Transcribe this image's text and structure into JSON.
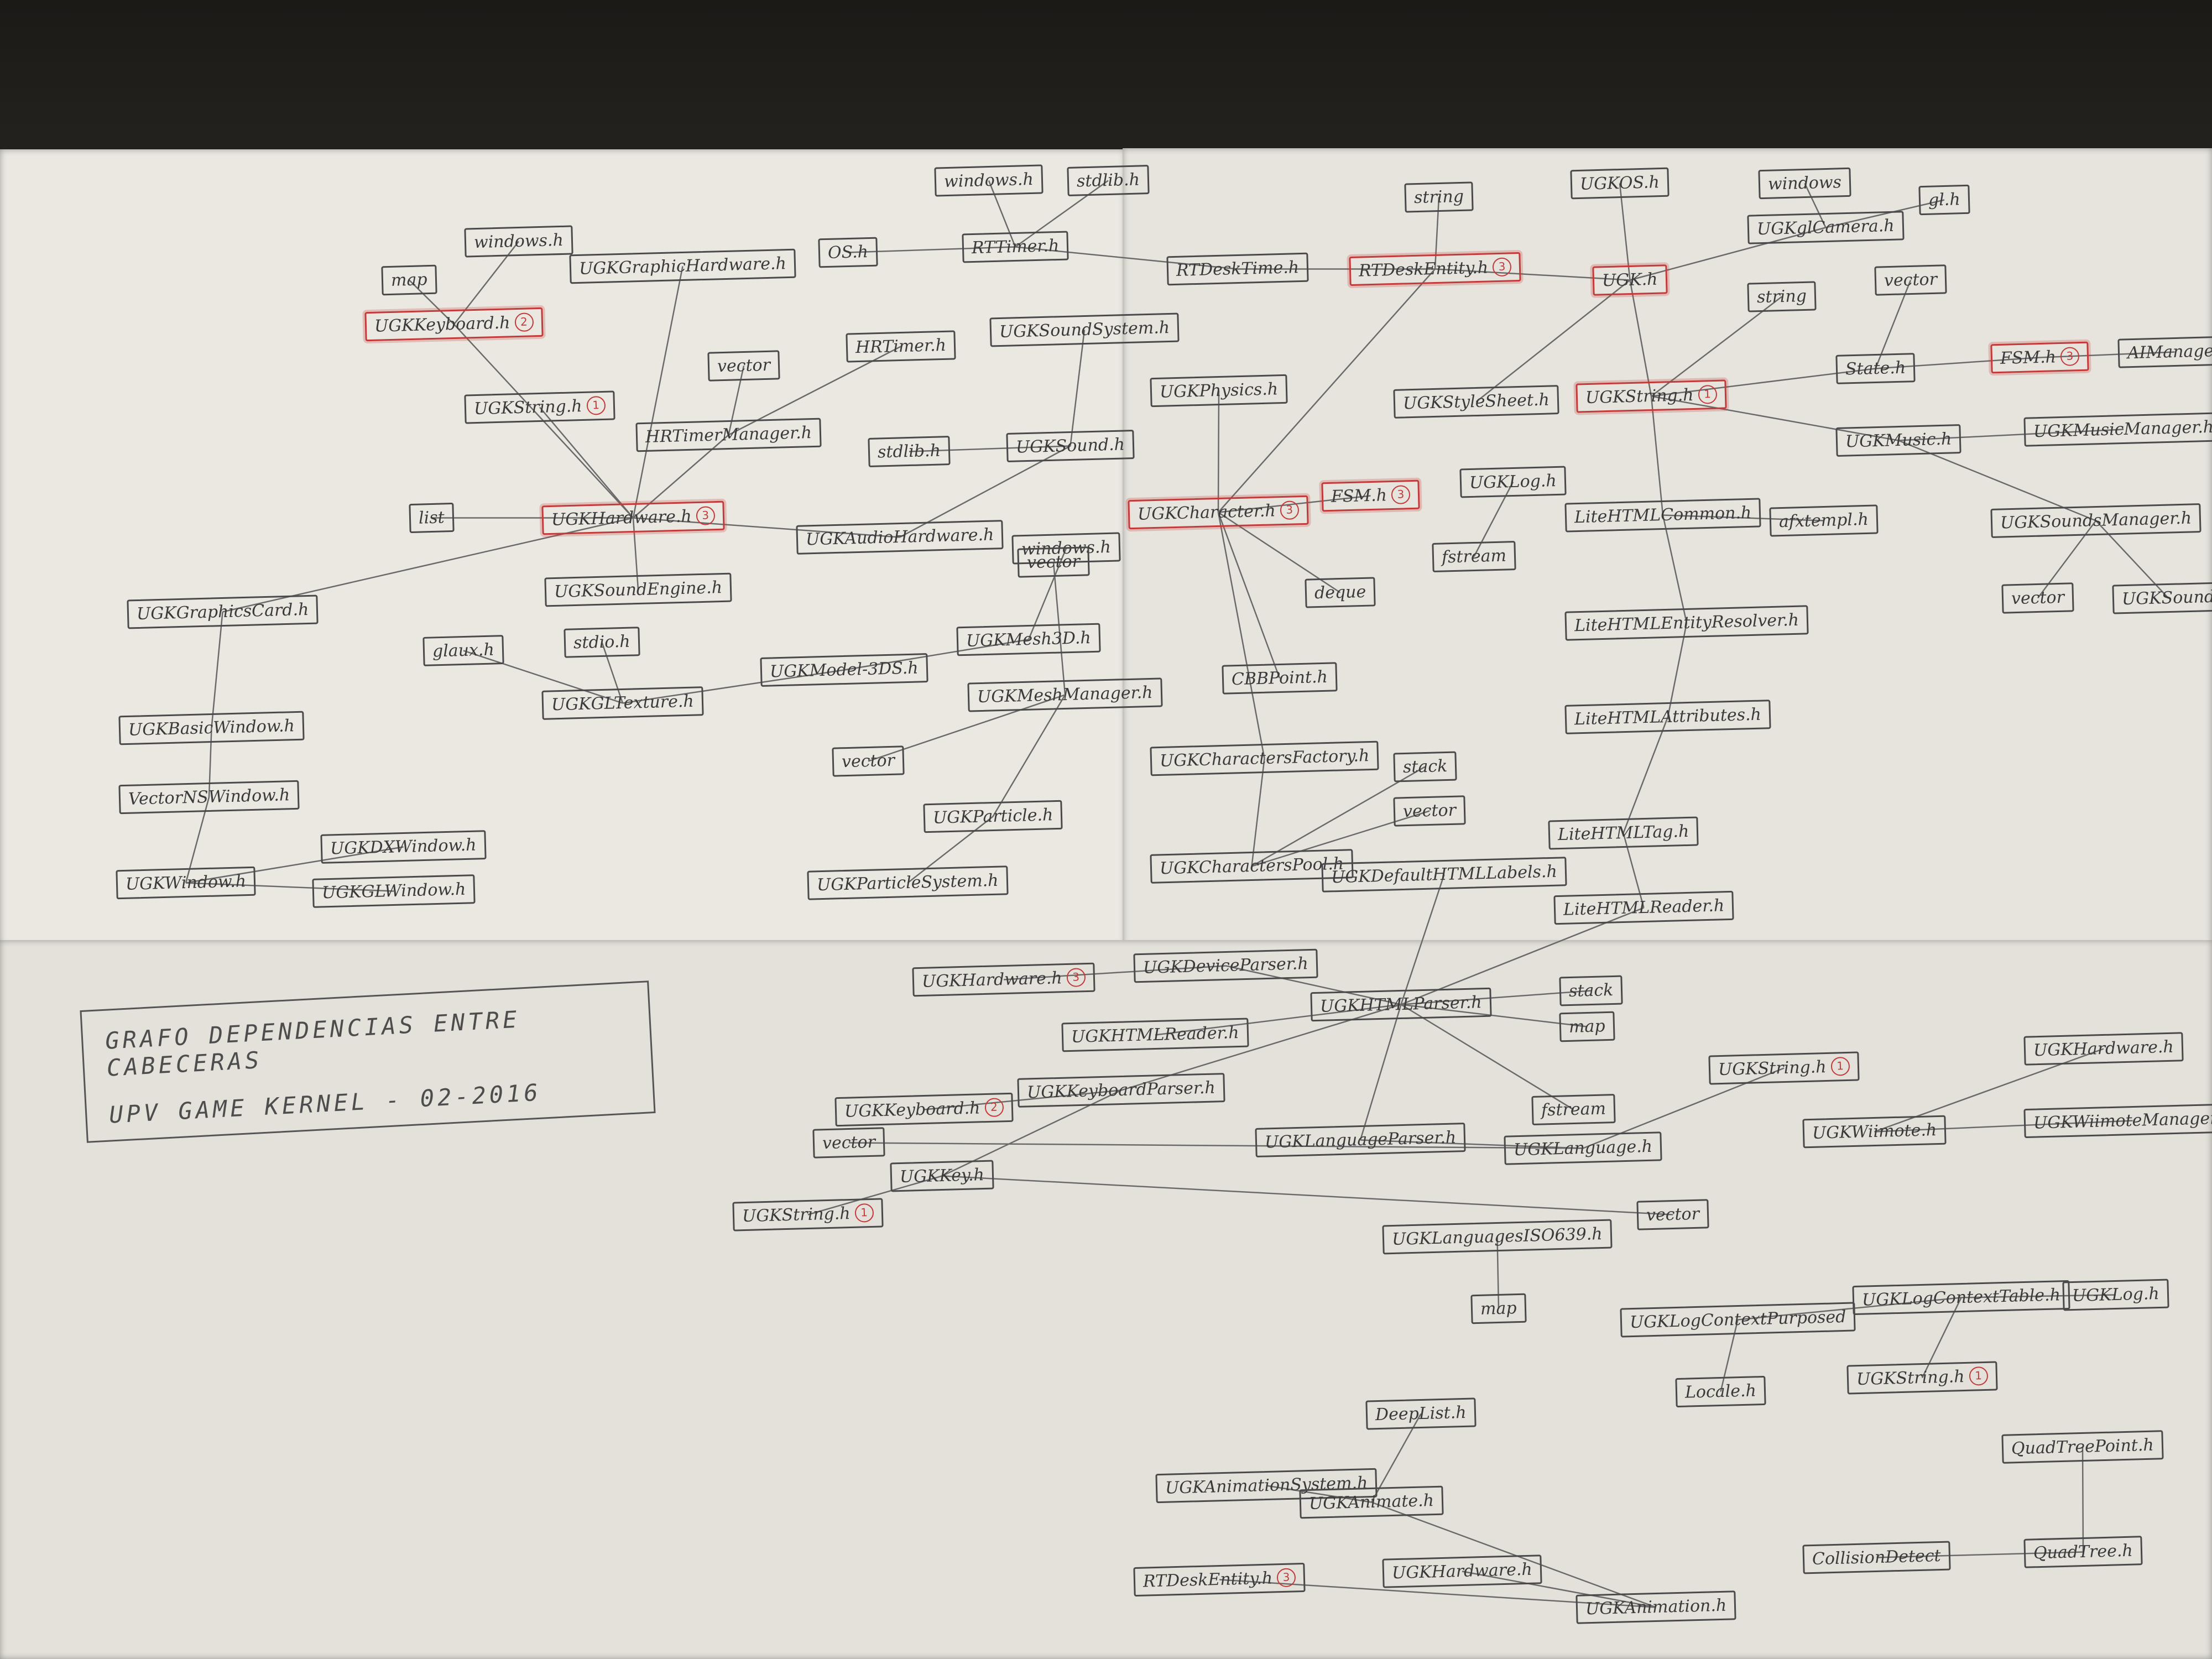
{
  "title": {
    "line1": "GRAFO DEPENDENCIAS ENTRE CABECERAS",
    "line2": "UPV GAME KERNEL - 02-2016"
  },
  "nodes": [
    {
      "label": "map",
      "sel": false
    },
    {
      "label": "windows.h",
      "sel": false
    },
    {
      "label": "UGKKeyboard.h",
      "sel": true,
      "badge": "2"
    },
    {
      "label": "UGKGraphicHardware.h",
      "sel": false
    },
    {
      "label": "windows.h",
      "sel": false
    },
    {
      "label": "stdlib.h",
      "sel": false
    },
    {
      "label": "OS.h",
      "sel": false
    },
    {
      "label": "RTTimer.h",
      "sel": false
    },
    {
      "label": "HRTimer.h",
      "sel": false
    },
    {
      "label": "vector",
      "sel": false
    },
    {
      "label": "UGKString.h",
      "sel": false,
      "badge": "1"
    },
    {
      "label": "HRTimerManager.h",
      "sel": false
    },
    {
      "label": "UGKSoundSystem.h",
      "sel": false
    },
    {
      "label": "stdlib.h",
      "sel": false
    },
    {
      "label": "UGKSound.h",
      "sel": false
    },
    {
      "label": "list",
      "sel": false
    },
    {
      "label": "UGKHardware.h",
      "sel": true,
      "badge": "3"
    },
    {
      "label": "UGKSoundEngine.h",
      "sel": false
    },
    {
      "label": "UGKAudioHardware.h",
      "sel": false
    },
    {
      "label": "windows.h",
      "sel": false
    },
    {
      "label": "UGKGraphicsCard.h",
      "sel": false
    },
    {
      "label": "glaux.h",
      "sel": false
    },
    {
      "label": "stdio.h",
      "sel": false
    },
    {
      "label": "UGKGLTexture.h",
      "sel": false
    },
    {
      "label": "UGKModel-3DS.h",
      "sel": false
    },
    {
      "label": "UGKMesh3D.h",
      "sel": false
    },
    {
      "label": "vector",
      "sel": false
    },
    {
      "label": "UGKMeshManager.h",
      "sel": false
    },
    {
      "label": "UGKBasicWindow.h",
      "sel": false
    },
    {
      "label": "vector",
      "sel": false
    },
    {
      "label": "VectorNSWindow.h",
      "sel": false
    },
    {
      "label": "UGKParticle.h",
      "sel": false
    },
    {
      "label": "UGKWindow.h",
      "sel": false
    },
    {
      "label": "UGKDXWindow.h",
      "sel": false
    },
    {
      "label": "UGKGLWindow.h",
      "sel": false
    },
    {
      "label": "UGKParticleSystem.h",
      "sel": false
    },
    {
      "label": "string",
      "sel": false
    },
    {
      "label": "UGKOS.h",
      "sel": false
    },
    {
      "label": "windows",
      "sel": false
    },
    {
      "label": "RTDeskTime.h",
      "sel": false
    },
    {
      "label": "RTDeskEntity.h",
      "sel": true,
      "badge": "3"
    },
    {
      "label": "UGK.h",
      "sel": true
    },
    {
      "label": "UGKglCamera.h",
      "sel": false
    },
    {
      "label": "gl.h",
      "sel": false
    },
    {
      "label": "string",
      "sel": false
    },
    {
      "label": "vector",
      "sel": false
    },
    {
      "label": "UGKPhysics.h",
      "sel": false
    },
    {
      "label": "UGKStyleSheet.h",
      "sel": false
    },
    {
      "label": "UGKString.h",
      "sel": true,
      "badge": "1"
    },
    {
      "label": "State.h",
      "sel": false
    },
    {
      "label": "FSM.h",
      "sel": true,
      "badge": "3"
    },
    {
      "label": "AIManager",
      "sel": false
    },
    {
      "label": "UGKCharacter.h",
      "sel": true,
      "badge": "3"
    },
    {
      "label": "FSM.h",
      "sel": true,
      "badge": "3"
    },
    {
      "label": "UGKLog.h",
      "sel": false
    },
    {
      "label": "LiteHTMLCommon.h",
      "sel": false
    },
    {
      "label": "UGKMusic.h",
      "sel": false
    },
    {
      "label": "UGKMusicManager.h",
      "sel": false
    },
    {
      "label": "UGKSoundsManager.h",
      "sel": false
    },
    {
      "label": "fstream",
      "sel": false
    },
    {
      "label": "afxtempl.h",
      "sel": false
    },
    {
      "label": "deque",
      "sel": false
    },
    {
      "label": "vector",
      "sel": false
    },
    {
      "label": "UGKSound",
      "sel": false
    },
    {
      "label": "CBBPoint.h",
      "sel": false
    },
    {
      "label": "LiteHTMLEntityResolver.h",
      "sel": false
    },
    {
      "label": "LiteHTMLAttributes.h",
      "sel": false
    },
    {
      "label": "UGKCharactersFactory.h",
      "sel": false
    },
    {
      "label": "stack",
      "sel": false
    },
    {
      "label": "vector",
      "sel": false
    },
    {
      "label": "LiteHTMLTag.h",
      "sel": false
    },
    {
      "label": "UGKCharactersPool.h",
      "sel": false
    },
    {
      "label": "UGKDefaultHTMLLabels.h",
      "sel": false
    },
    {
      "label": "LiteHTMLReader.h",
      "sel": false
    },
    {
      "label": "UGKHardware.h",
      "sel": false,
      "badge": "3"
    },
    {
      "label": "UGKDeviceParser.h",
      "sel": false
    },
    {
      "label": "UGKHTMLParser.h",
      "sel": false
    },
    {
      "label": "stack",
      "sel": false
    },
    {
      "label": "map",
      "sel": false
    },
    {
      "label": "UGKHTMLReader.h",
      "sel": false
    },
    {
      "label": "UGKKeyboard.h",
      "sel": false,
      "badge": "2"
    },
    {
      "label": "UGKKeyboardParser.h",
      "sel": false
    },
    {
      "label": "fstream",
      "sel": false
    },
    {
      "label": "UGKString.h",
      "sel": false,
      "badge": "1"
    },
    {
      "label": "UGKHardware.h",
      "sel": false
    },
    {
      "label": "UGKLanguageParser.h",
      "sel": false
    },
    {
      "label": "UGKLanguage.h",
      "sel": false
    },
    {
      "label": "UGKWiimote.h",
      "sel": false
    },
    {
      "label": "UGKWiimoteManager.h",
      "sel": false
    },
    {
      "label": "vector",
      "sel": false
    },
    {
      "label": "UGKKey.h",
      "sel": false
    },
    {
      "label": "vector",
      "sel": false
    },
    {
      "label": "UGKString.h",
      "sel": false,
      "badge": "1"
    },
    {
      "label": "UGKLanguagesISO639.h",
      "sel": false
    },
    {
      "label": "map",
      "sel": false
    },
    {
      "label": "UGKLogContextPurposed",
      "sel": false
    },
    {
      "label": "UGKLogContextTable.h",
      "sel": false
    },
    {
      "label": "UGKLog.h",
      "sel": false
    },
    {
      "label": "Locale.h",
      "sel": false
    },
    {
      "label": "UGKString.h",
      "sel": false,
      "badge": "1"
    },
    {
      "label": "QuadTreePoint.h",
      "sel": false
    },
    {
      "label": "UGKAnimationSystem.h",
      "sel": false
    },
    {
      "label": "DeepList.h",
      "sel": false
    },
    {
      "label": "UGKAnimate.h",
      "sel": false
    },
    {
      "label": "RTDeskEntity.h",
      "sel": false,
      "badge": "3"
    },
    {
      "label": "UGKHardware.h",
      "sel": false
    },
    {
      "label": "UGKAnimation.h",
      "sel": false
    },
    {
      "label": "CollisionDetect",
      "sel": false
    },
    {
      "label": "QuadTree.h",
      "sel": false
    }
  ]
}
